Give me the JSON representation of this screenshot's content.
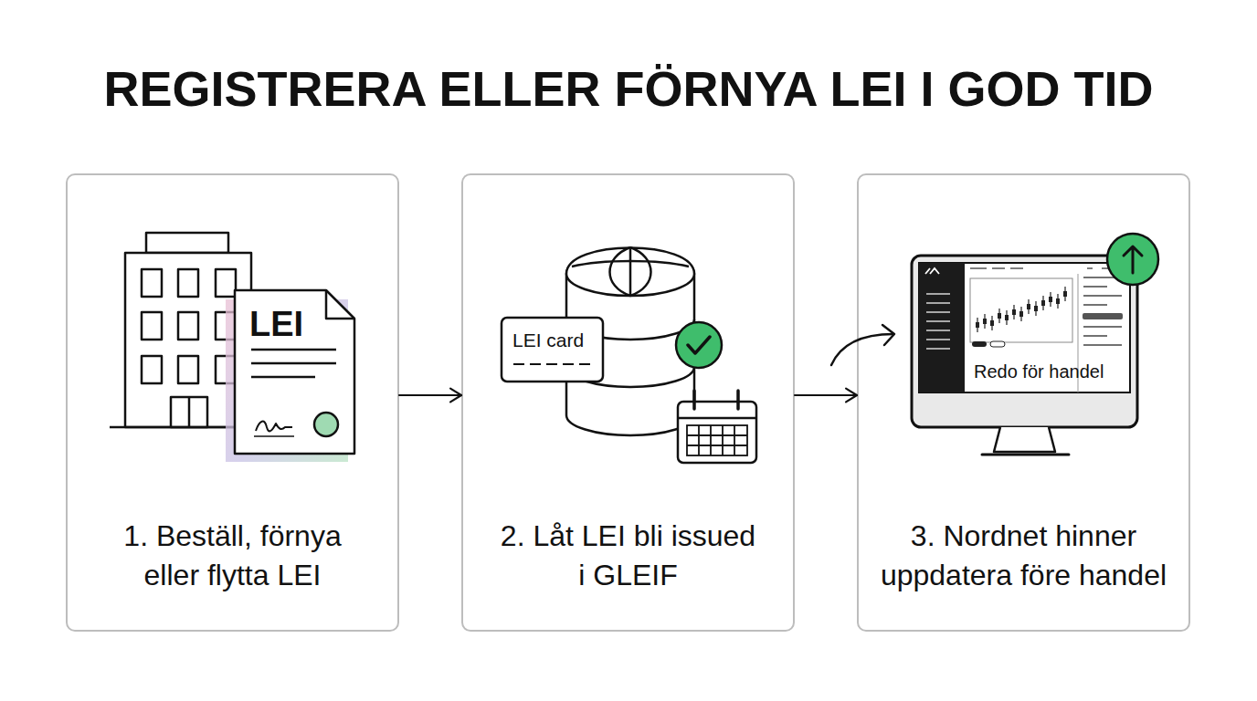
{
  "diagram": {
    "title": "REGISTRERA ELLER FÖRNYA LEI I GOD TID",
    "nodes": [
      {
        "text": [
          "1. Beställ, förnya eller flytta LEI"
        ]
      },
      {
        "text": [
          "2. Låt LEI bli issued i GLEIF"
        ]
      },
      {
        "text": [
          "3. Nordnet hinner uppdatera före handel"
        ]
      }
    ],
    "edges": [
      {
        "from": 0,
        "to": 1,
        "arrow": "to"
      },
      {
        "from": 1,
        "to": 2,
        "arrow": "to"
      }
    ],
    "labels": [
      "LEI",
      "LEI card",
      "Redo för handel"
    ]
  }
}
